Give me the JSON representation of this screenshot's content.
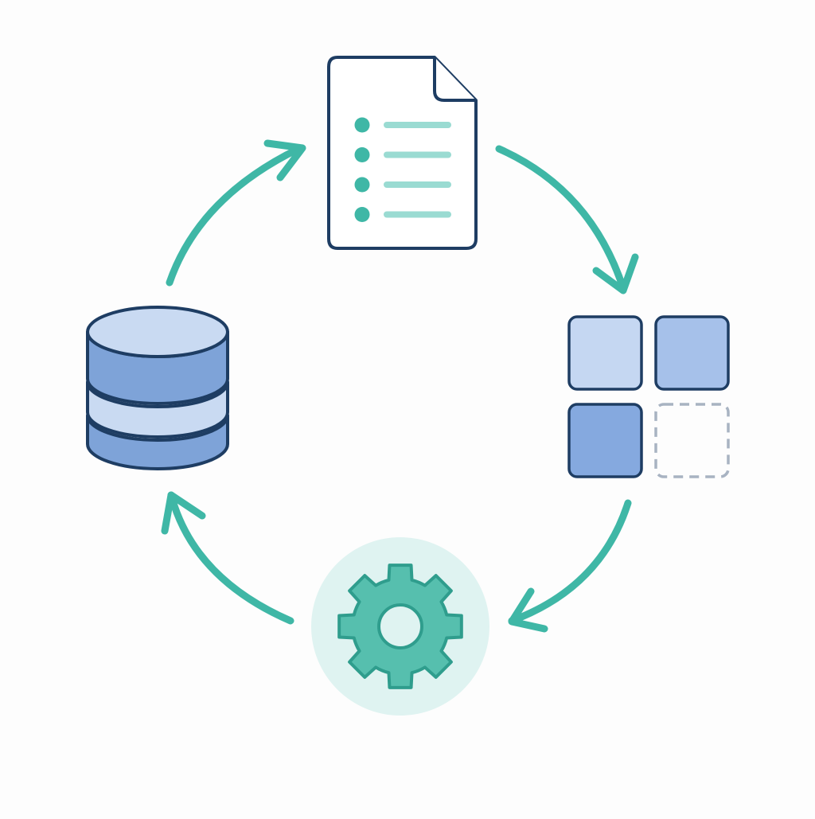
{
  "diagram": {
    "type": "cycle",
    "colors": {
      "background": "#fdfdfd",
      "arrow": "#3fb7a6",
      "outline": "#1e3d63",
      "document_fill": "#ffffff",
      "bullet": "#3fb7a6",
      "bullet_line": "#9adbd2",
      "database_light": "#c9daf2",
      "database_dark": "#7ea3d8",
      "tile_light": "#c5d7f2",
      "tile_mid": "#a6c1ea",
      "tile_dark": "#85a9df",
      "tile_placeholder": "#a8b3c2",
      "gear_fill": "#56bfae",
      "gear_stroke": "#2f9d8d",
      "gear_halo": "#dff3f1"
    },
    "nodes": [
      {
        "id": "document",
        "icon": "document-icon",
        "bullet_rows": 4,
        "position": "top"
      },
      {
        "id": "blocks",
        "icon": "blocks-grid-icon",
        "tiles": 4,
        "empty_tiles": 1,
        "position": "right"
      },
      {
        "id": "processing",
        "icon": "gear-icon",
        "position": "bottom"
      },
      {
        "id": "database",
        "icon": "database-icon",
        "layers": 3,
        "position": "left"
      }
    ],
    "arrows": [
      {
        "from": "database",
        "to": "document"
      },
      {
        "from": "document",
        "to": "blocks"
      },
      {
        "from": "blocks",
        "to": "processing"
      },
      {
        "from": "processing",
        "to": "database"
      }
    ]
  }
}
